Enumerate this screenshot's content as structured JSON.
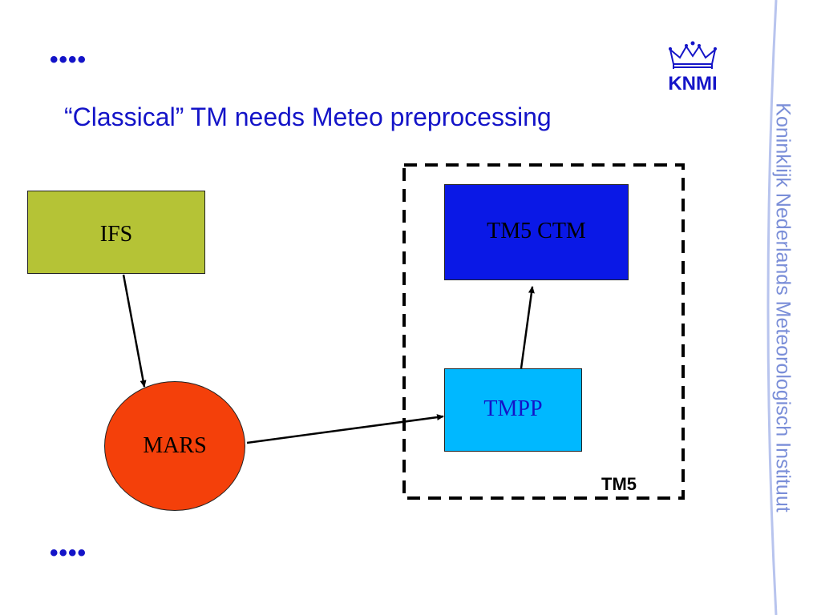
{
  "slide": {
    "top_dots": "••••",
    "bottom_dots": "••••",
    "title": "“Classical” TM needs Meteo preprocessing",
    "logo_text": "KNMI",
    "side_text": "Koninklijk Nederlands Meteorologisch Instituut"
  },
  "diagram": {
    "nodes": {
      "ifs": "IFS",
      "mars": "MARS",
      "tm5ctm": "TM5 CTM",
      "tmpp": "TMPP"
    },
    "group_label": "TM5",
    "edges": [
      {
        "from": "IFS",
        "to": "MARS"
      },
      {
        "from": "MARS",
        "to": "TMPP"
      },
      {
        "from": "TMPP",
        "to": "TM5 CTM"
      }
    ]
  },
  "colors": {
    "title": "#1414c8",
    "ifs": "#b5c336",
    "mars": "#f4400a",
    "tm5ctm": "#0a18e6",
    "tmpp": "#00b8ff",
    "side_text": "#7a8ed8"
  }
}
